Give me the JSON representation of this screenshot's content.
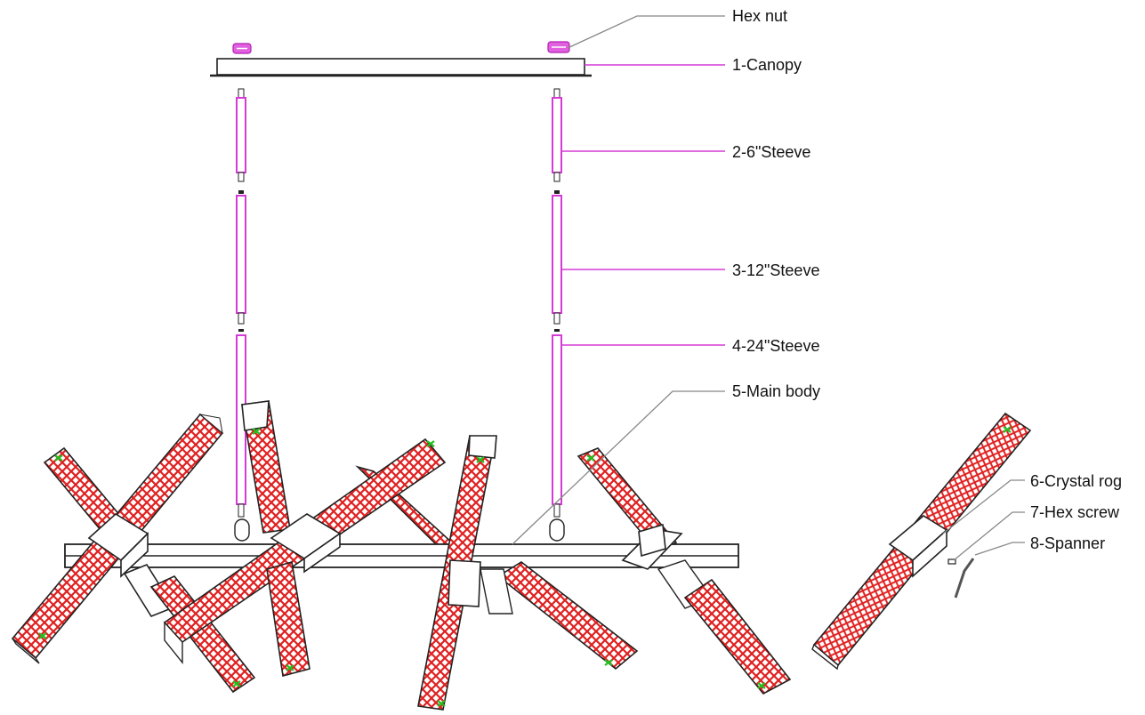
{
  "labels": {
    "hex_nut": "Hex nut",
    "canopy": "1-Canopy",
    "sleeve_6": "2-6\"Steeve",
    "sleeve_12": "3-12\"Steeve",
    "sleeve_24": "4-24\"Steeve",
    "main_body": "5-Main body",
    "crystal_rod": "6-Crystal rog",
    "hex_screw": "7-Hex screw",
    "spanner": "8-Spanner"
  },
  "colors": {
    "rod_mesh": "#e02020",
    "rod_caps": "#20c020",
    "sleeve": "#d63ad6",
    "hex_nut": "#d63ad6",
    "outline": "#222222"
  }
}
